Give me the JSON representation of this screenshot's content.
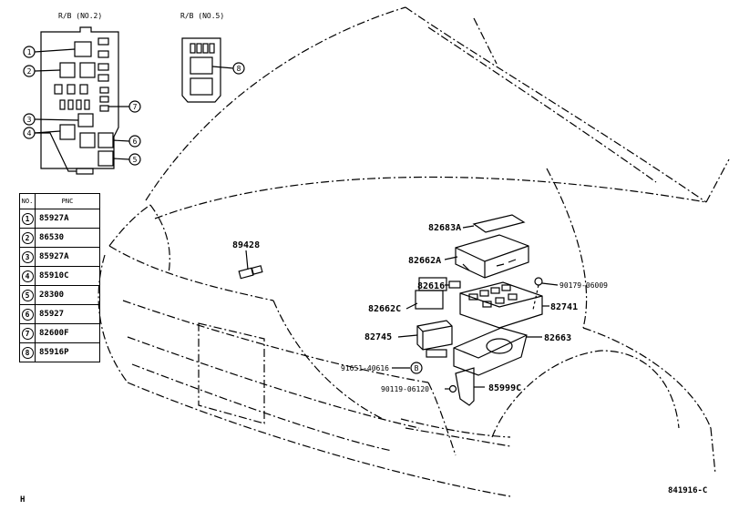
{
  "relay_blocks": {
    "rb2_title": "R/B (NO.2)",
    "rb5_title": "R/B (NO.5)",
    "callouts": [
      "1",
      "2",
      "3",
      "4",
      "7",
      "6",
      "5",
      "8"
    ]
  },
  "pnc_table": {
    "header_no": "NO.",
    "header_pnc": "PNC",
    "rows": [
      {
        "no": "1",
        "pnc": "85927A"
      },
      {
        "no": "2",
        "pnc": "86530"
      },
      {
        "no": "3",
        "pnc": "85927A"
      },
      {
        "no": "4",
        "pnc": "85910C"
      },
      {
        "no": "5",
        "pnc": "28300"
      },
      {
        "no": "6",
        "pnc": "85927"
      },
      {
        "no": "7",
        "pnc": "82600F"
      },
      {
        "no": "8",
        "pnc": "85916P"
      }
    ]
  },
  "part_labels": {
    "p89428": "89428",
    "p82683A": "82683A",
    "p82662A": "82662A",
    "p82616": "82616",
    "p90179": "90179-06009",
    "p82662C": "82662C",
    "p82741": "82741",
    "p82745": "82745",
    "p82663": "82663",
    "p91651": "91651-40616",
    "marker_b": "B",
    "p90119": "90119-06120",
    "p85999C": "85999C"
  },
  "diagram_id": "841916-C",
  "corner_mark": "H"
}
